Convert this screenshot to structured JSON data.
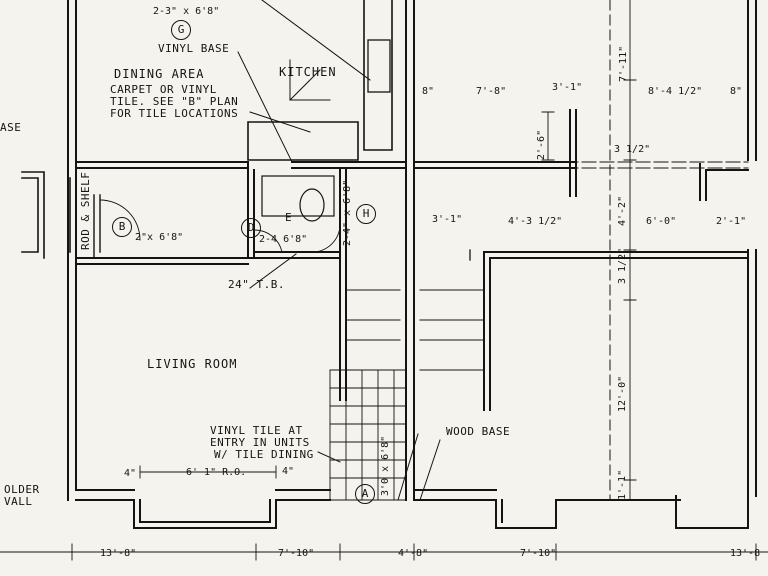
{
  "rooms": {
    "dining": "DINING AREA",
    "kitchen": "KITCHEN",
    "living": "LIVING ROOM"
  },
  "notes": {
    "vinyl_base": "VINYL BASE",
    "dining_1": "CARPET OR VINYL",
    "dining_2": "TILE.  SEE \"B\" PLAN",
    "dining_3": "FOR TILE LOCATIONS",
    "tb": "24\" T.B.",
    "entry_1": "VINYL TILE AT",
    "entry_2": "ENTRY IN UNITS",
    "entry_3": "W/ TILE DINING",
    "wood_base": "WOOD BASE",
    "rod_shelf": "ROD & SHELF",
    "left_base": "ASE",
    "left_holder": "OLDER",
    "left_wall": "VALL"
  },
  "tags": {
    "g": "G",
    "b": "B",
    "d": "D",
    "e": "E",
    "h": "H",
    "a": "A"
  },
  "door_sizes": {
    "top": "2-3\" x 6'8\"",
    "closet_b": "2\"x 6'8\"",
    "d": "2-4 6'8\"",
    "h": "2-4\" x 6'8\"",
    "a": "3'0 x 6'8\"",
    "ro": "6'-1\" R.O."
  },
  "dims": {
    "d_8": "8\"",
    "d_7_8": "7'-8\"",
    "d_3_1a": "3'-1\"",
    "d_8_4": "8'-4 1/2\"",
    "d_8b": "8\"",
    "d_7_11": "7'-11\"",
    "d_2_6": "2'-6\"",
    "d_3_half": "3 1/2\"",
    "d_3_1b": "3'-1\"",
    "d_4_3": "4'-3 1/2\"",
    "d_6_0": "6'-0\"",
    "d_2_1": "2'-1\"",
    "d_4_2": "4'-2\"",
    "d_3_half_b": "3 1/2\"",
    "d_12_0": "12'-0\"",
    "d_1_1": "1'-1\"",
    "d_4a": "4\"",
    "d_4b": "4\"",
    "d_13_8a": "13'-8\"",
    "d_7_10a": "7'-10\"",
    "d_4_8": "4'-8\"",
    "d_7_10b": "7'-10\"",
    "d_13_8b": "13'-8"
  }
}
